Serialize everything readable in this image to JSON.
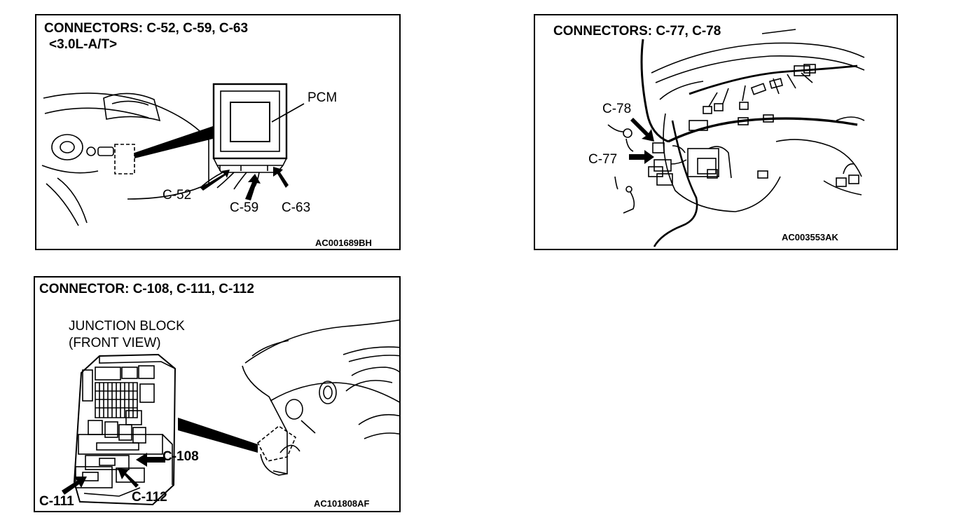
{
  "panels": {
    "pcm": {
      "title": "CONNECTORS: C-52, C-59, C-63",
      "subtitle": "<3.0L-A/T>",
      "labels": {
        "pcm": "PCM",
        "c52": "C-52",
        "c59": "C-59",
        "c63": "C-63"
      },
      "code": "AC001689BH"
    },
    "harness": {
      "title": "CONNECTORS: C-77, C-78",
      "labels": {
        "c78": "C-78",
        "c77": "C-77"
      },
      "code": "AC003553AK"
    },
    "junction": {
      "title": "CONNECTOR: C-108, C-111, C-112",
      "labels": {
        "jb_line1": "JUNCTION BLOCK",
        "jb_line2": "(FRONT VIEW)",
        "c108": "C-108",
        "c111": "C-111",
        "c112": "C-112"
      },
      "code": "AC101808AF"
    }
  },
  "colors": {
    "ink": "#000000",
    "paper": "#ffffff"
  }
}
